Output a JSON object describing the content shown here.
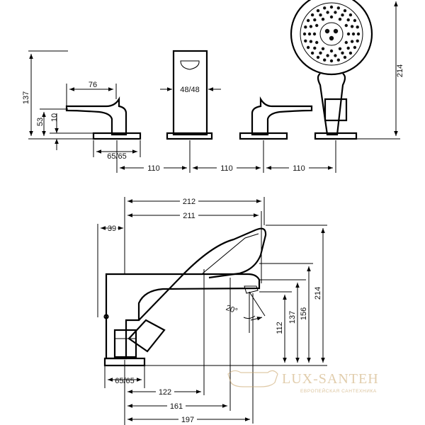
{
  "top_view": {
    "dims": {
      "overall_height_left": "137",
      "spout_height": "53",
      "base_height": "10",
      "handle_length": "76",
      "escutcheon_left": "65/65",
      "spout_section": "48/48",
      "spacing_1": "110",
      "spacing_2": "110",
      "spacing_3": "110",
      "shower_height": "214"
    }
  },
  "side_view": {
    "dims": {
      "width_212": "212",
      "width_211": "211",
      "offset_39": "39",
      "angle": "20°",
      "h_112": "112",
      "h_137": "137",
      "h_156": "156",
      "h_214": "214",
      "escutcheon": "65/65",
      "reach_122": "122",
      "reach_161": "161",
      "reach_197": "197"
    }
  },
  "watermark": {
    "brand": "LUX-SANTEH",
    "tagline": "ЕВРОПЕЙСКАЯ САНТЕХНИКА"
  },
  "colors": {
    "line": "#000000",
    "watermark": "#c9a56a"
  }
}
